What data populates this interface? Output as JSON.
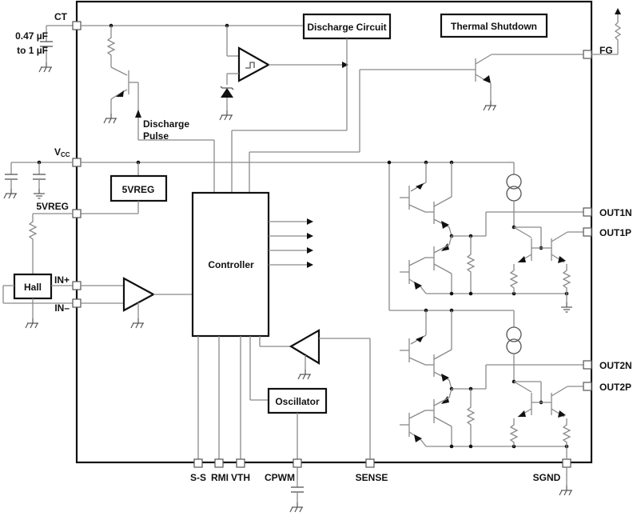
{
  "diagram": {
    "type": "ic-block-diagram",
    "blocks": {
      "discharge_circuit": "Discharge Circuit",
      "thermal_shutdown": "Thermal Shutdown",
      "vreg": "5VREG",
      "controller": "Controller",
      "oscillator": "Oscillator",
      "hall": "Hall"
    },
    "pins": {
      "ct": "CT",
      "vcc": "V",
      "vcc_sub": "CC",
      "vreg5": "5VREG",
      "in_plus": "IN+",
      "in_minus": "IN–",
      "fg": "FG",
      "out1n": "OUT1N",
      "out1p": "OUT1P",
      "out2n": "OUT2N",
      "out2p": "OUT2P",
      "ss": "S-S",
      "rmi": "RMI",
      "vth": "VTH",
      "cpwm": "CPWM",
      "sense": "SENSE",
      "sgnd": "SGND"
    },
    "annotations": {
      "cap_line1": "0.47 µF",
      "cap_line2": "to 1 µF",
      "discharge_pulse_1": "Discharge",
      "discharge_pulse_2": "Pulse"
    }
  }
}
